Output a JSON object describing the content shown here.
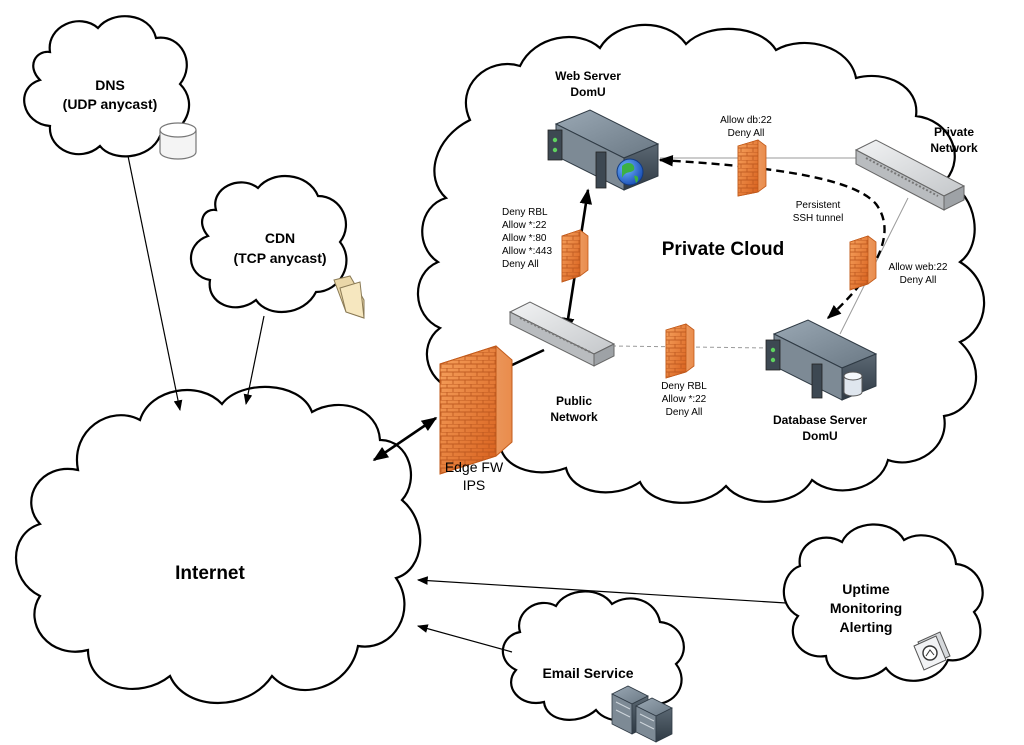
{
  "diagram": {
    "clouds": {
      "dns": {
        "line1": "DNS",
        "line2": "(UDP anycast)",
        "fill": "#eef3fa"
      },
      "cdn": {
        "line1": "CDN",
        "line2": "(TCP anycast)",
        "fill": "#eaf5ee"
      },
      "internet": {
        "label": "Internet",
        "fill": "#ffffff"
      },
      "private": {
        "label": "Private Cloud",
        "fill": "#ffffff"
      },
      "email": {
        "label": "Email Service",
        "fill": "#efedf5"
      },
      "uptime": {
        "line1": "Uptime",
        "line2": "Monitoring",
        "line3": "Alerting",
        "fill": "#fbf6ee"
      }
    },
    "nodes": {
      "web_server": {
        "line1": "Web Server",
        "line2": "DomU"
      },
      "db_server": {
        "line1": "Database Server",
        "line2": "DomU"
      },
      "public_network": {
        "line1": "Public",
        "line2": "Network"
      },
      "private_network": {
        "line1": "Private",
        "line2": "Network"
      },
      "edge_fw": {
        "line1": "Edge FW",
        "line2": "IPS"
      }
    },
    "rules": {
      "web": [
        "Deny RBL",
        "Allow *:22",
        "Allow *:80",
        "Allow *:443",
        "Deny All"
      ],
      "db_private": [
        "Allow db:22",
        "Deny All"
      ],
      "web_private": [
        "Allow web:22",
        "Deny All"
      ],
      "public_db": [
        "Deny RBL",
        "Allow *:22",
        "Deny All"
      ]
    },
    "ssh_tunnel": {
      "line1": "Persistent",
      "line2": "SSH tunnel"
    },
    "colors": {
      "firewall": "#e87a35",
      "server": "#55636f",
      "switch": "#c4c7ca"
    }
  }
}
